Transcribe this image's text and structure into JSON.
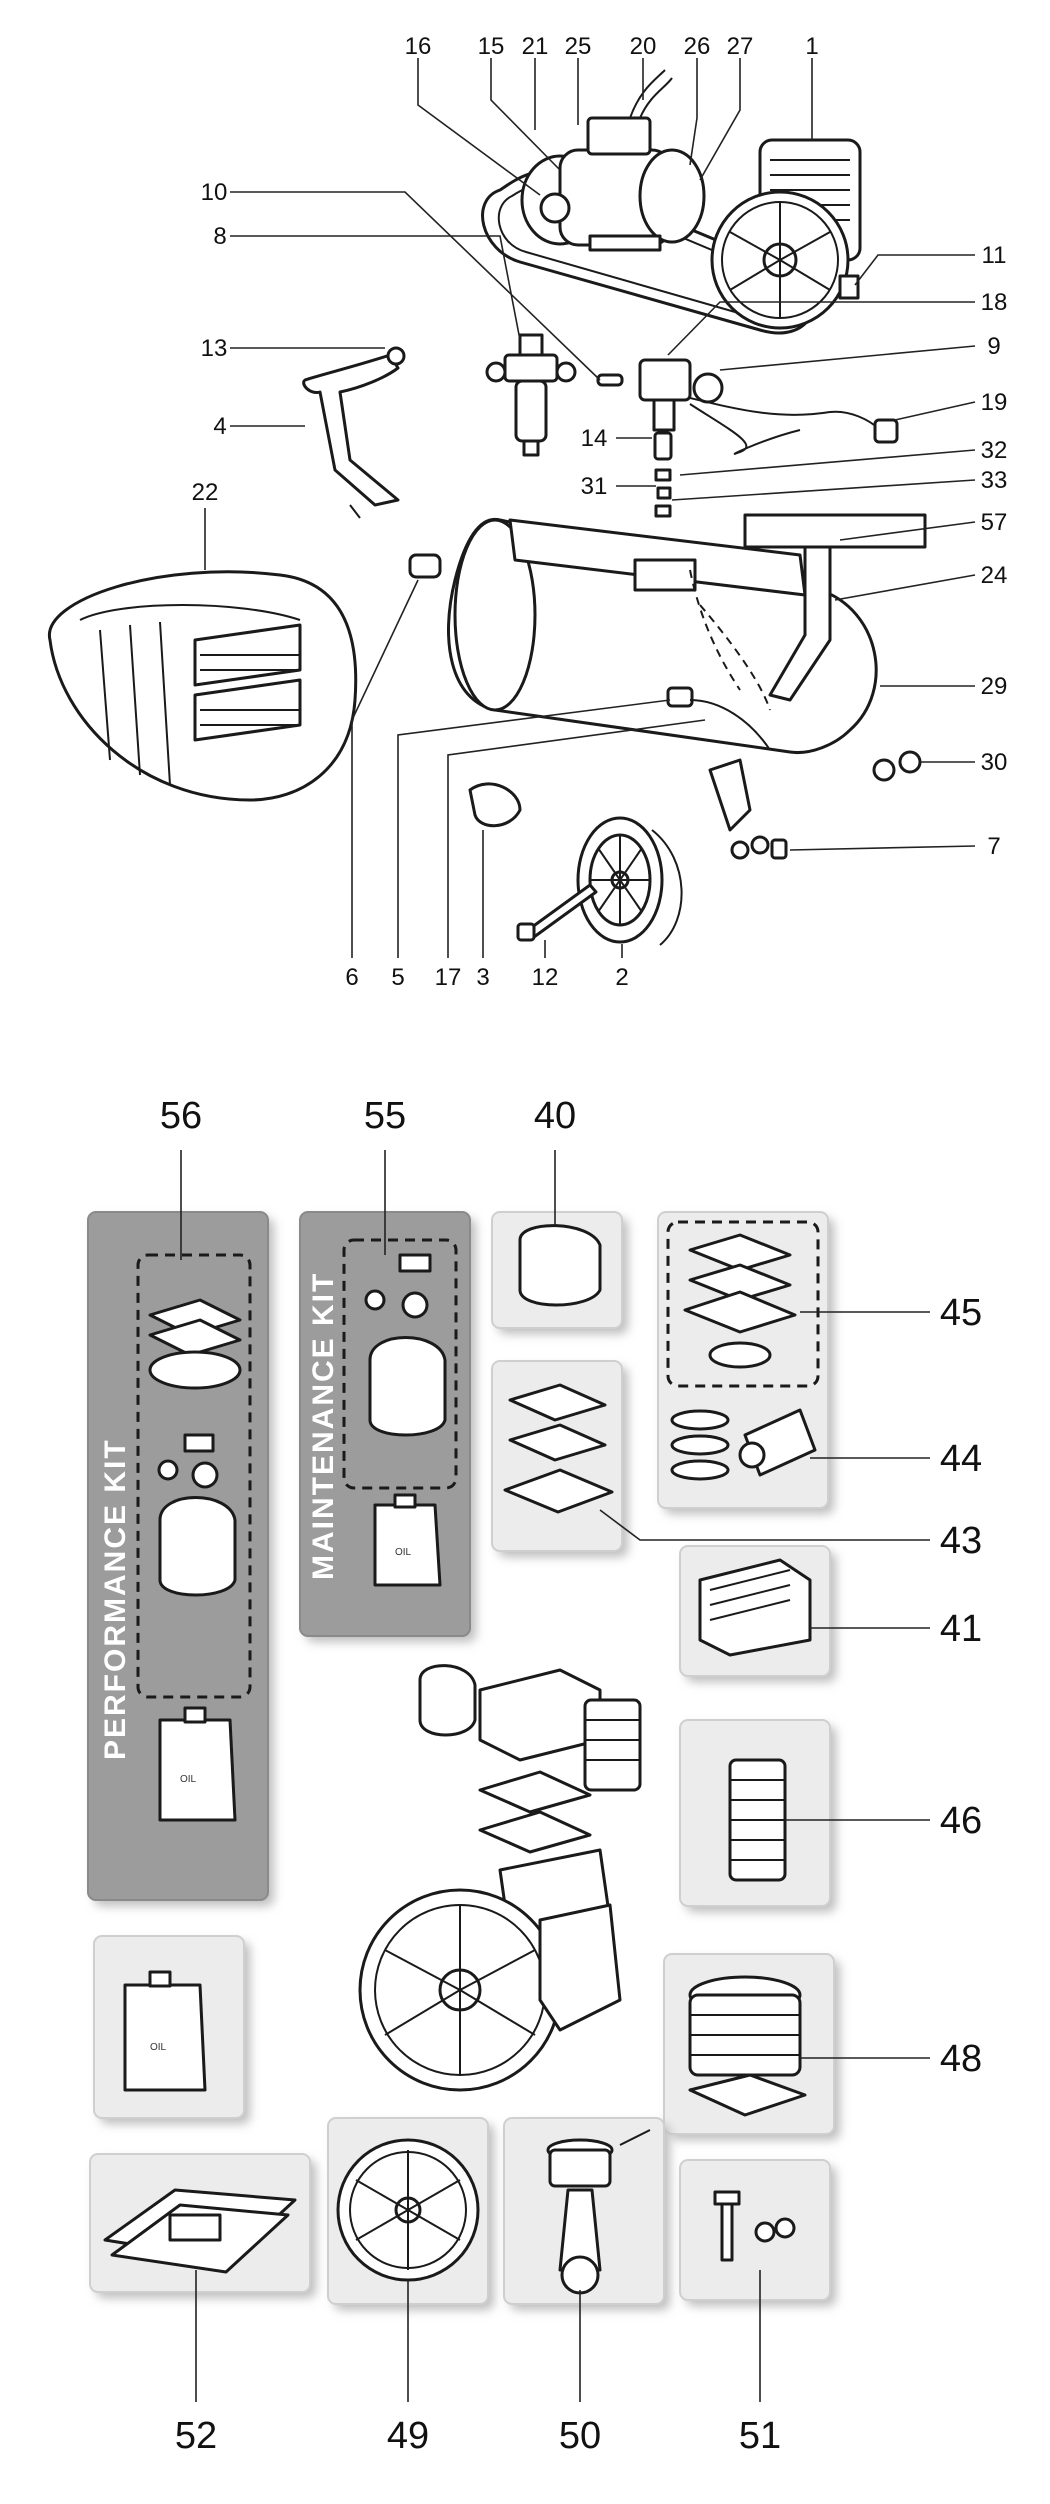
{
  "diagram": {
    "callouts_top": [
      "16",
      "15",
      "21",
      "25",
      "20",
      "26",
      "27",
      "1",
      "10",
      "8",
      "11",
      "18",
      "13",
      "9",
      "4",
      "19",
      "14",
      "32",
      "22",
      "31",
      "33",
      "57",
      "24",
      "29",
      "30",
      "7",
      "6",
      "5",
      "17",
      "3",
      "12",
      "2"
    ],
    "callouts_bottom": [
      "56",
      "55",
      "40",
      "45",
      "44",
      "43",
      "41",
      "46",
      "48",
      "52",
      "49",
      "50",
      "51"
    ],
    "kits": {
      "performance": "PERFORMANCE  KIT",
      "maintenance": "MAINTENANCE KIT"
    },
    "oil_text": "OIL"
  }
}
